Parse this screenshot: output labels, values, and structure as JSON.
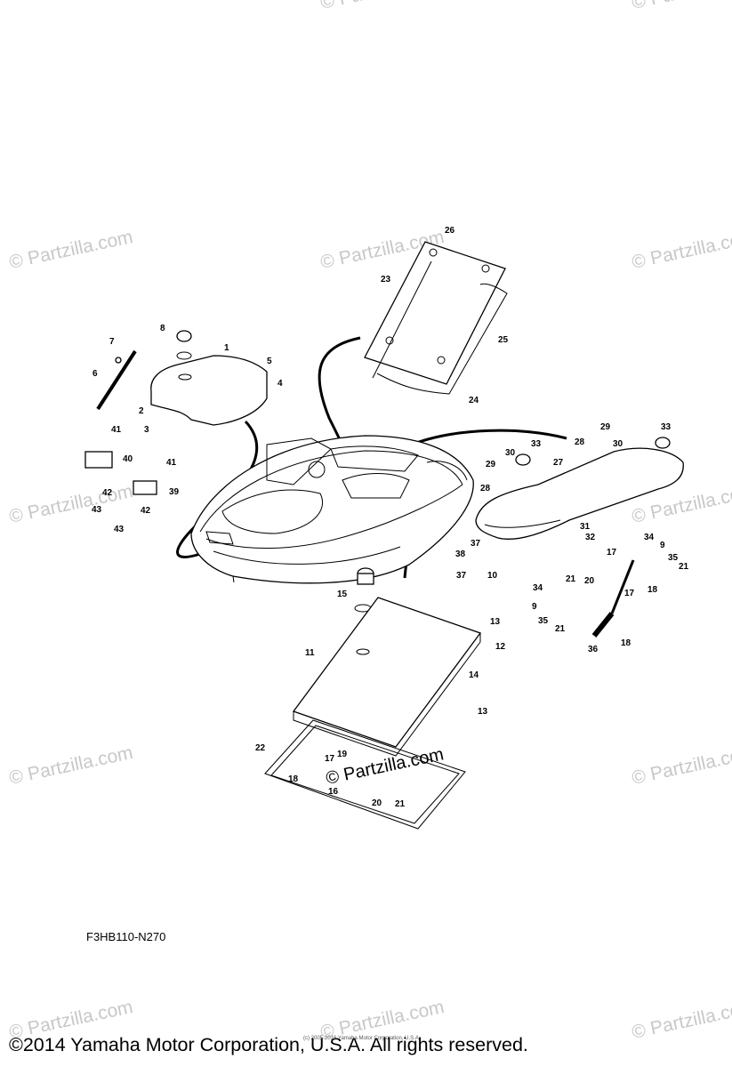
{
  "watermark": {
    "text": "© Partzilla.com",
    "center_text": "© Partzilla.com"
  },
  "diagram": {
    "ref_code": "F3HB110-N270",
    "micro_copyright": "(c) 2005-2016 Yamaha Motor Corporation, U.S.A.",
    "copyright": "©2014 Yamaha Motor Corporation, U.S.A. All rights reserved."
  },
  "callouts": [
    "1",
    "2",
    "3",
    "4",
    "5",
    "6",
    "7",
    "8",
    "9",
    "9",
    "10",
    "11",
    "12",
    "13",
    "13",
    "14",
    "15",
    "16",
    "17",
    "17",
    "17",
    "18",
    "18",
    "18",
    "19",
    "20",
    "20",
    "21",
    "21",
    "21",
    "21",
    "22",
    "23",
    "24",
    "25",
    "26",
    "27",
    "28",
    "28",
    "29",
    "29",
    "30",
    "30",
    "31",
    "32",
    "33",
    "33",
    "34",
    "34",
    "35",
    "35",
    "36",
    "37",
    "37",
    "38",
    "39",
    "40",
    "41",
    "41",
    "42",
    "42",
    "43",
    "43"
  ]
}
